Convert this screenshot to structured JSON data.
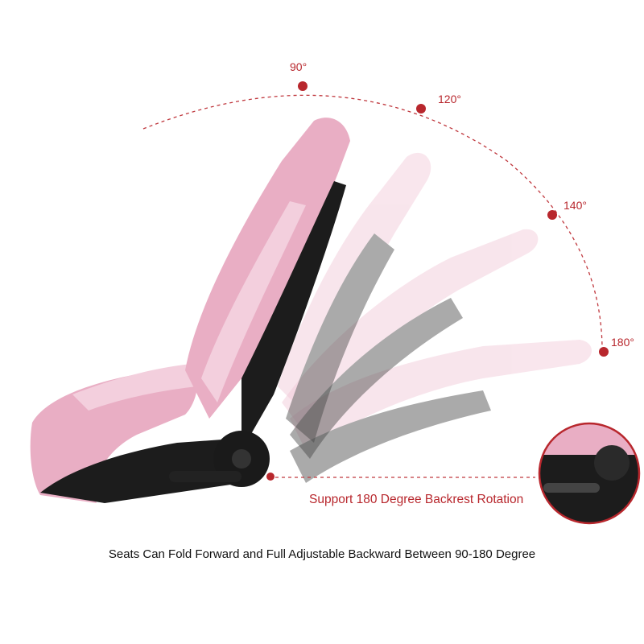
{
  "angle_labels": [
    "90°",
    "120°",
    "140°",
    "180°"
  ],
  "callout": "Support 180 Degree Backrest Rotation",
  "caption": "Seats Can Fold Forward and Full Adjustable Backward Between 90-180 Degree",
  "colors": {
    "accent": "#b8272d",
    "seat_pink": "#e9aec4",
    "seat_pink_light": "#f3cfdd",
    "seat_black": "#1c1c1c"
  }
}
